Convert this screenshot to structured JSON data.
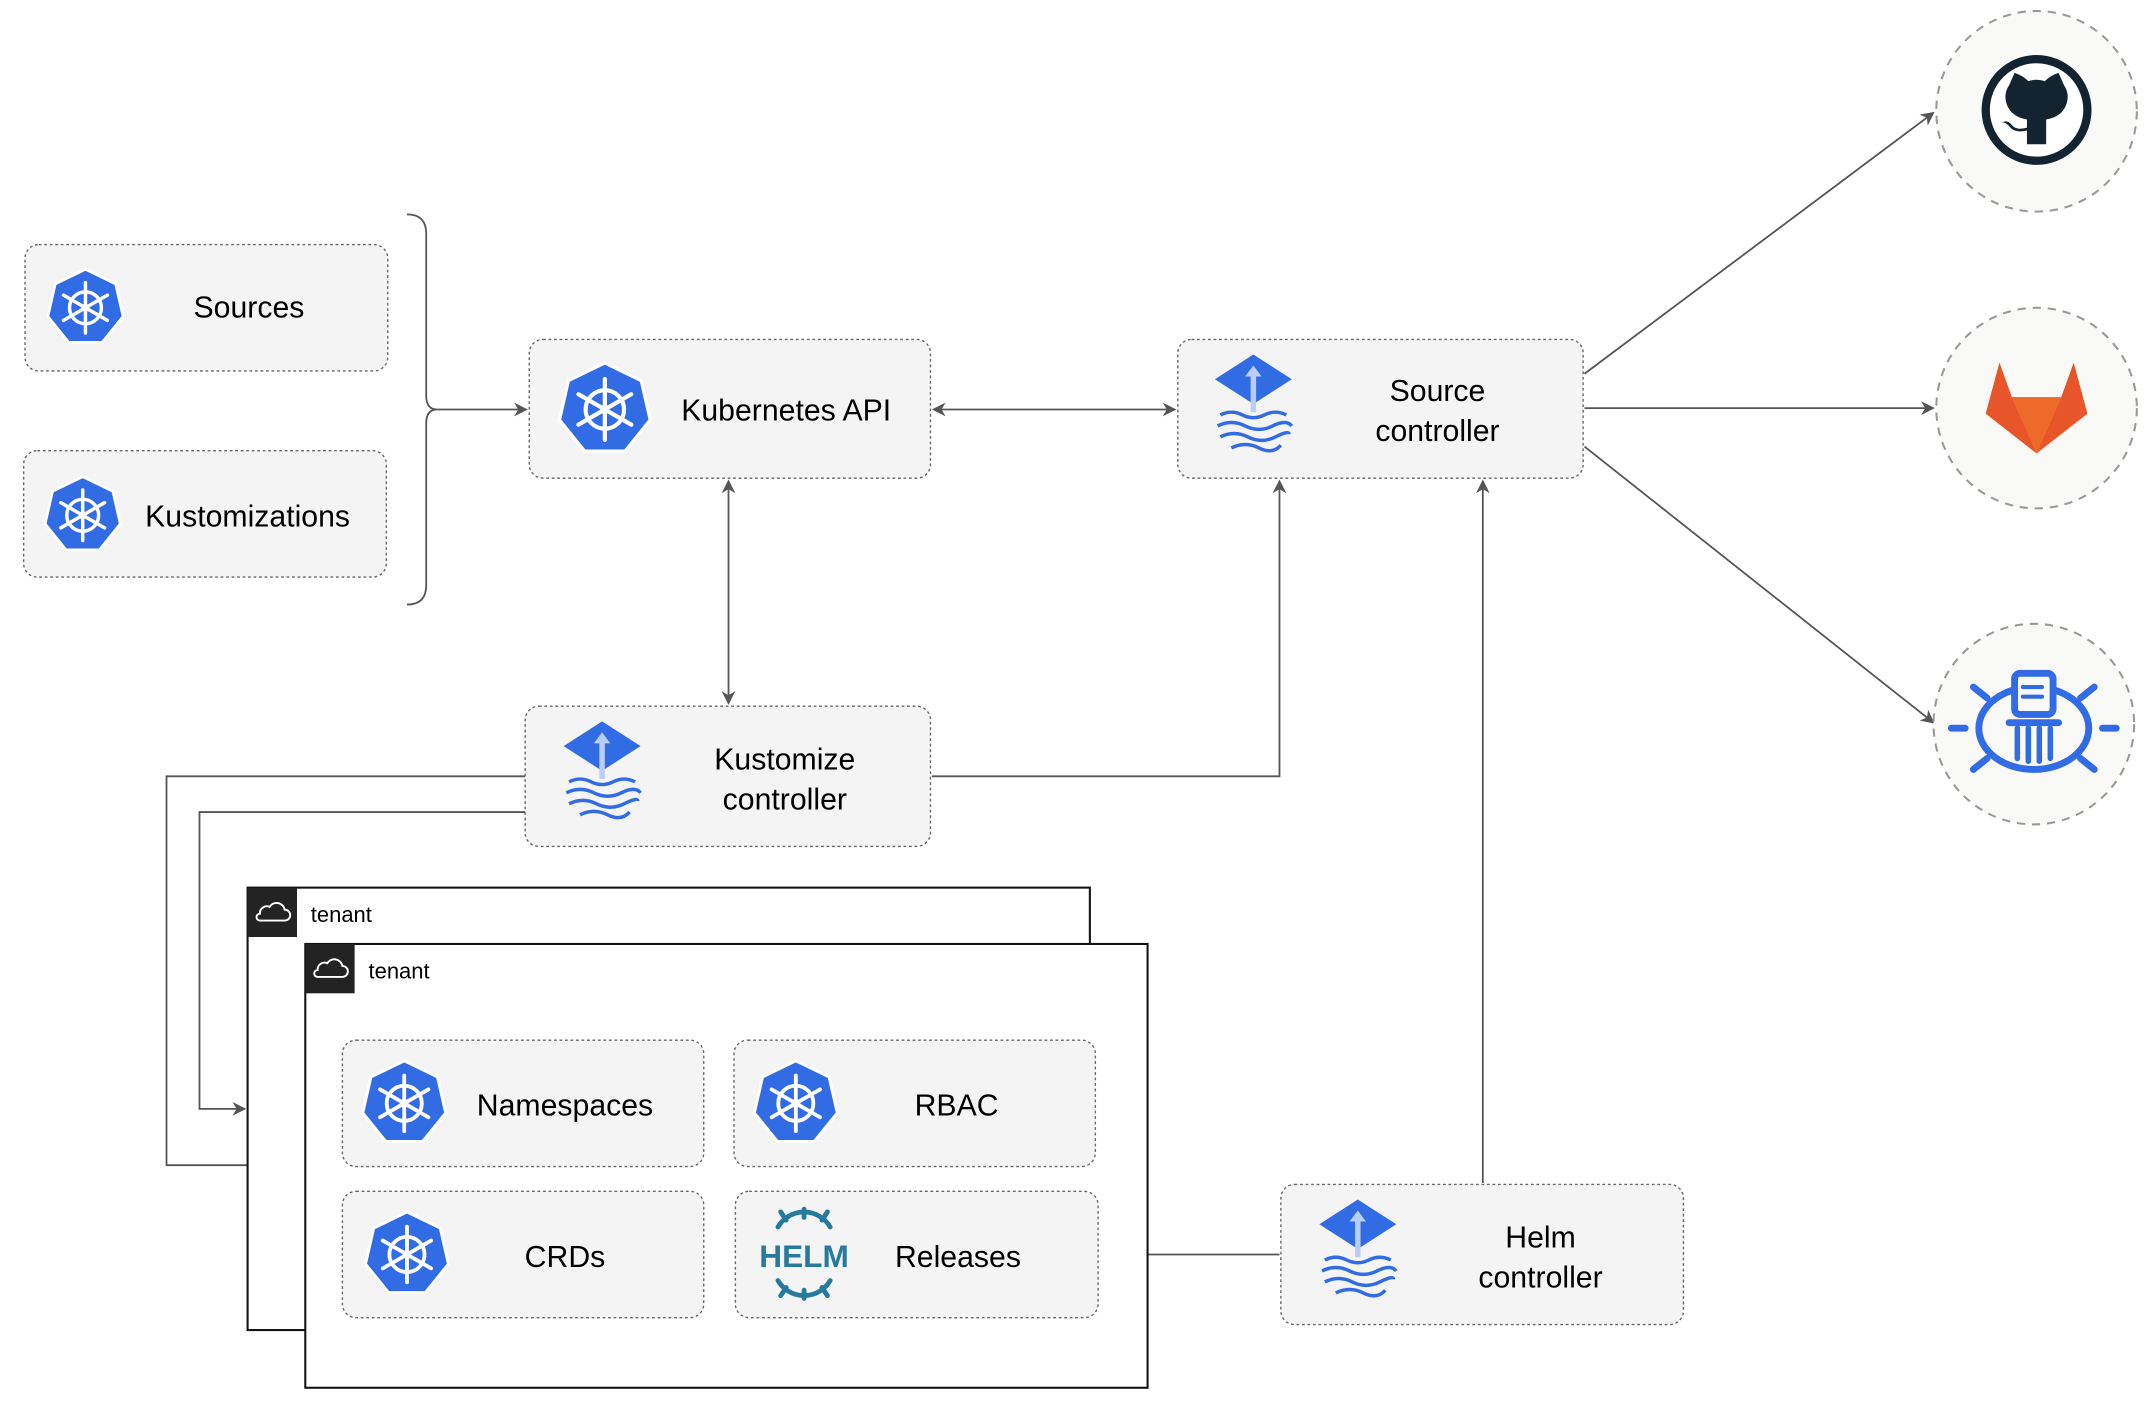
{
  "nodes": {
    "sources": "Sources",
    "kustomizations": "Kustomizations",
    "kubernetes_api": "Kubernetes API",
    "source_controller": [
      "Source",
      "controller"
    ],
    "kustomize_controller": [
      "Kustomize",
      "controller"
    ],
    "helm_controller": [
      "Helm",
      "controller"
    ],
    "namespaces": "Namespaces",
    "rbac": "RBAC",
    "crds": "CRDs",
    "releases": "Releases"
  },
  "tenants": [
    "tenant",
    "tenant"
  ],
  "external": [
    "github-icon",
    "gitlab-icon",
    "bucket-icon"
  ],
  "helm_logo_text": "HELM",
  "colors": {
    "kubernetes_blue": "#326CE5",
    "gitlab_orange": "#E8552A",
    "gitlab_yellow": "#FBA434",
    "github_dark": "#13232F",
    "helm_blue": "#277A9F"
  }
}
